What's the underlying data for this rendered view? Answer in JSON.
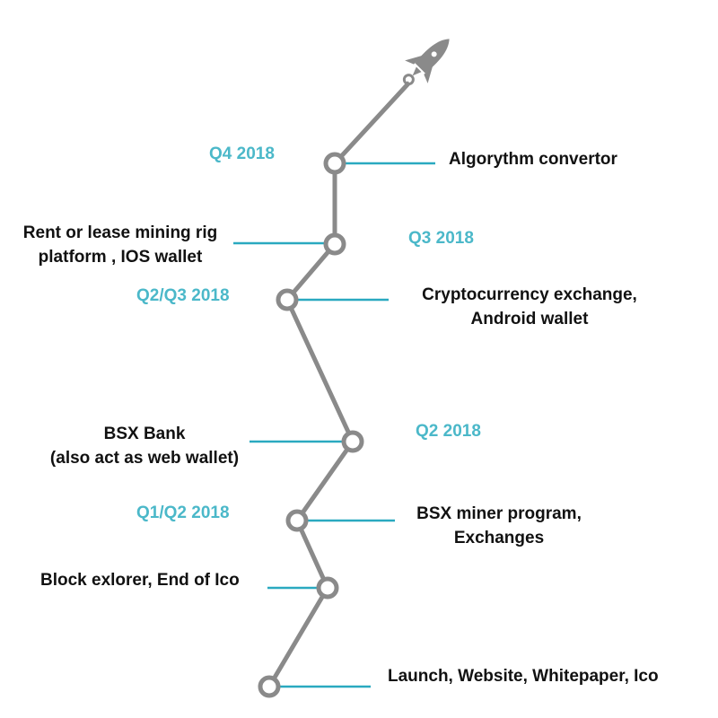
{
  "colors": {
    "path": "#8a8a8a",
    "node_ring": "#8a8a8a",
    "connector": "#2aa9c0",
    "quarter_text": "#4bb8c9",
    "milestone_text": "#111111",
    "rocket": "#8a8a8a"
  },
  "icons": {
    "rocket": "rocket-icon"
  },
  "roadmap": {
    "stages": [
      {
        "quarter": "",
        "milestone": [
          "Launch, Website, Whitepaper, Ico"
        ]
      },
      {
        "quarter": "",
        "milestone": [
          "Block exlorer, End of Ico"
        ]
      },
      {
        "quarter": "Q1/Q2 2018",
        "milestone": [
          "BSX miner program,",
          "Exchanges"
        ]
      },
      {
        "quarter": "Q2 2018",
        "milestone": [
          "BSX Bank",
          "(also act as web wallet)"
        ]
      },
      {
        "quarter": "Q2/Q3 2018",
        "milestone": [
          "Cryptocurrency exchange,",
          "Android wallet"
        ]
      },
      {
        "quarter": "Q3 2018",
        "milestone": [
          "Rent or lease mining rig",
          "platform , IOS wallet"
        ]
      },
      {
        "quarter": "Q4 2018",
        "milestone": [
          "Algorythm convertor"
        ]
      }
    ]
  }
}
